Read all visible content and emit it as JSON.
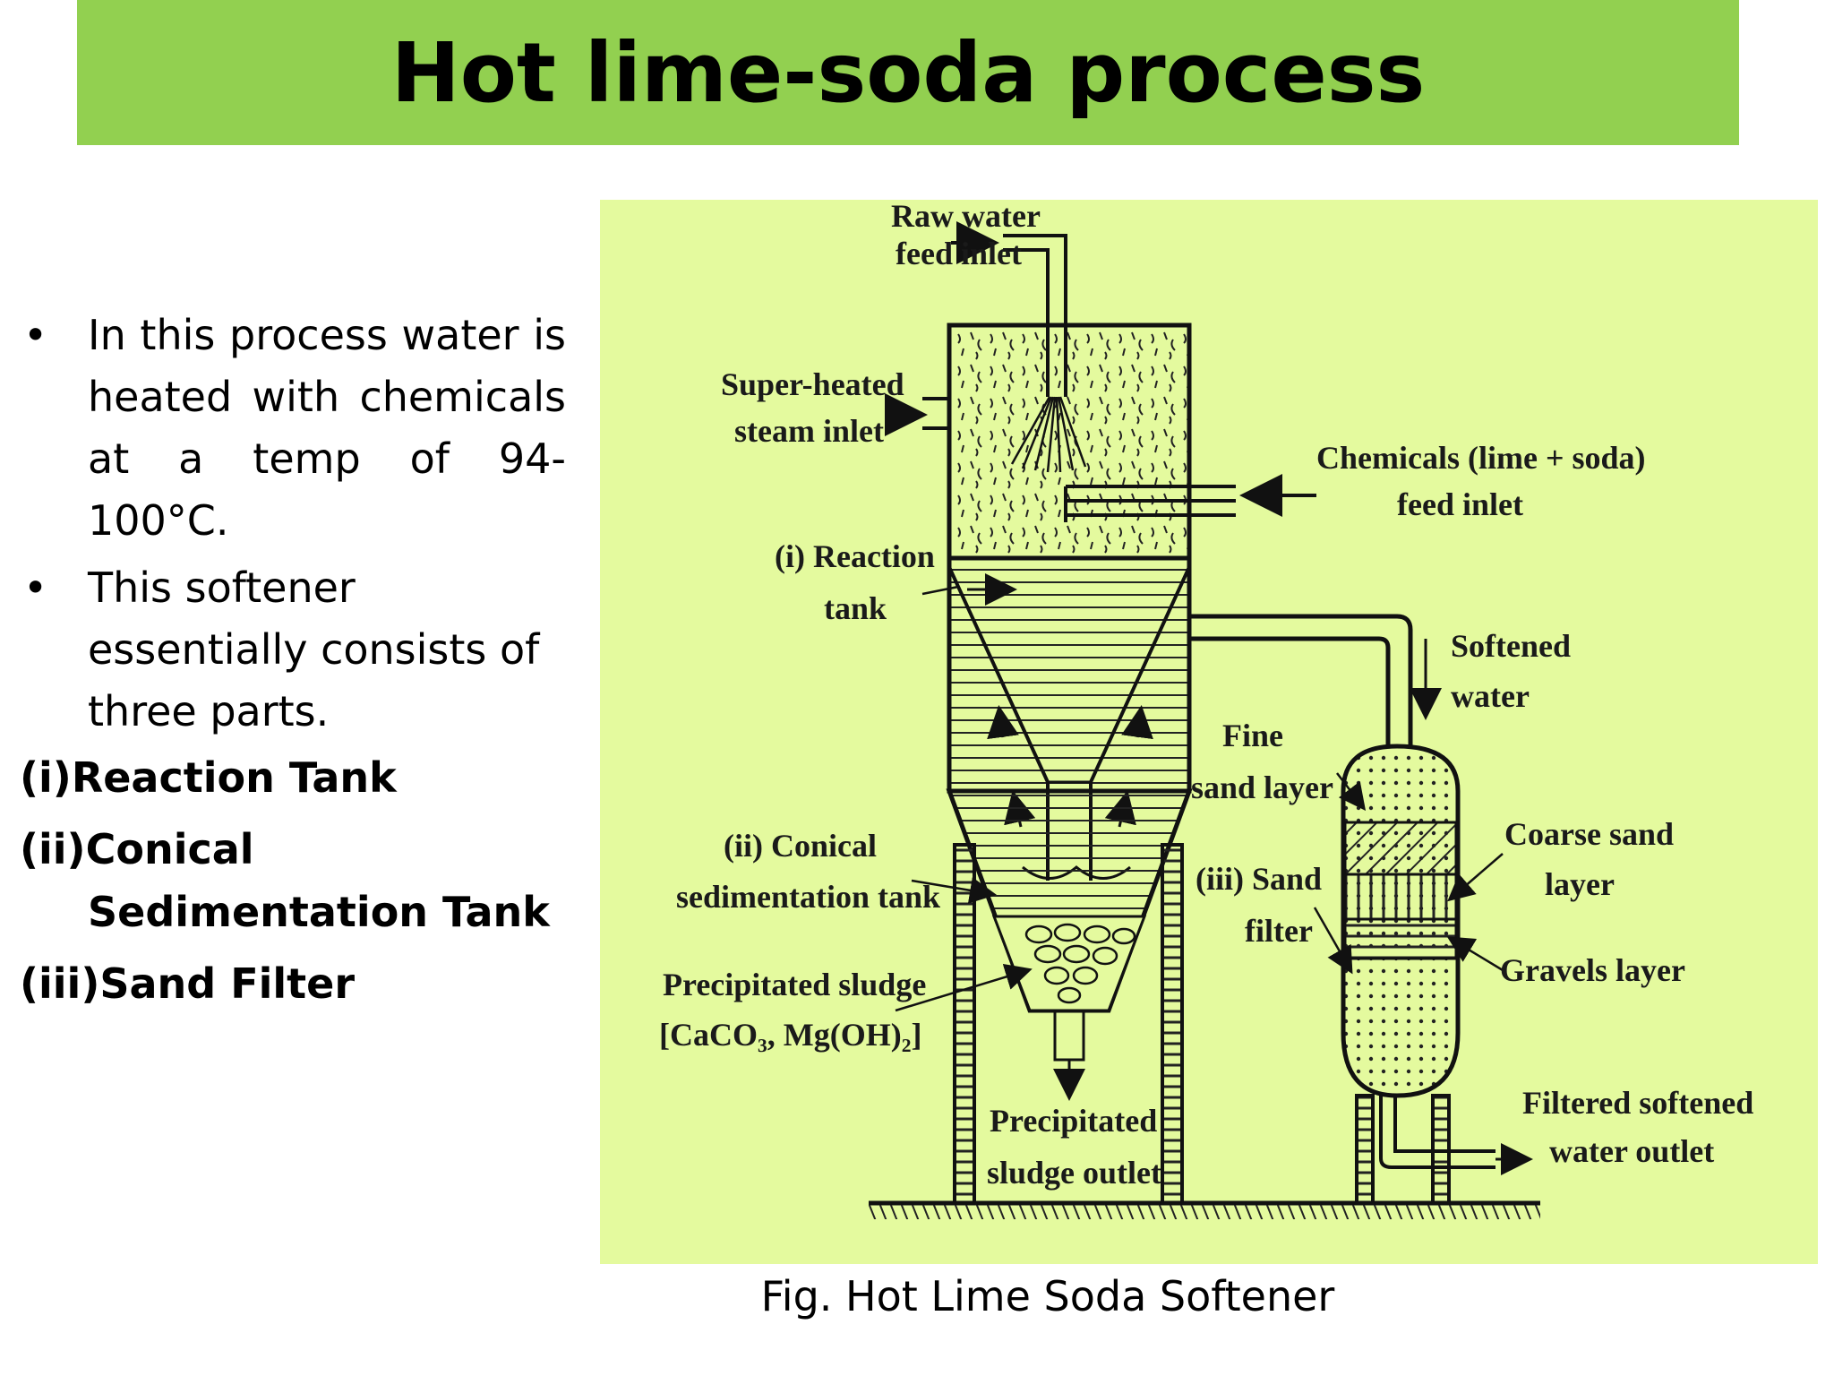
{
  "slide": {
    "title": "Hot lime-soda process",
    "bullets": [
      "In this process water is heated with chemicals at a temp of 94- 100°C.",
      "This softener essentially consists of three parts."
    ],
    "bullet_symbol": "•",
    "parts": {
      "p1": "(i)Reaction Tank",
      "p2a": "(ii)Conical",
      "p2b": "Sedimentation Tank",
      "p3": "(iii)Sand Filter"
    },
    "caption": "Fig. Hot Lime Soda Softener",
    "colors": {
      "title_bar": "#92d050",
      "figure_bg": "#e4fa9e"
    }
  },
  "figure": {
    "raw_water_1": "Raw water",
    "raw_water_2": "feed inlet",
    "steam_1": "Super-heated",
    "steam_2": "steam inlet",
    "chem_1": "Chemicals (lime + soda)",
    "chem_2": "feed inlet",
    "reaction_1": "(i) Reaction",
    "reaction_2": "tank",
    "softened_1": "Softened",
    "softened_2": "water",
    "fine_1": "Fine",
    "fine_2": "sand layer",
    "coarse_1": "Coarse sand",
    "coarse_2": "layer",
    "sandfilter_1": "(iii) Sand",
    "sandfilter_2": "filter",
    "gravels": "Gravels layer",
    "conical_1": "(ii) Conical",
    "conical_2": "sedimentation tank",
    "sludge_1": "Precipitated sludge",
    "sludge_2": "[CaCO₃, Mg(OH)₂]",
    "outlet_1": "Precipitated",
    "outlet_2": "sludge outlet",
    "filtered_1": "Filtered softened",
    "filtered_2": "water outlet"
  }
}
